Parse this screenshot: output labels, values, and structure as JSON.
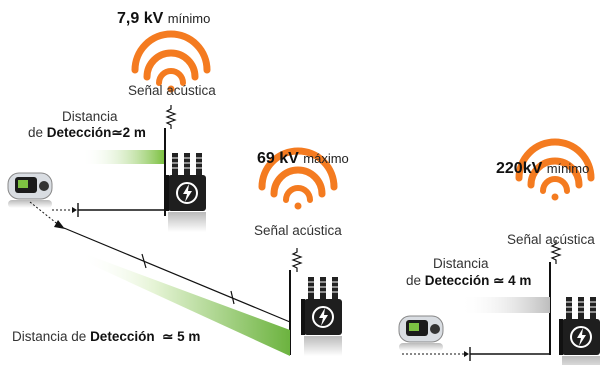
{
  "scenarios": [
    {
      "voltage_value": "7,9 kV",
      "voltage_qualifier": "mínimo",
      "signal_label": "Señal acústica",
      "distance_line1": "Distancia",
      "distance_prefix": "de",
      "distance_keyword": "Detección",
      "distance_value": "≃2 m"
    },
    {
      "voltage_value": "69 kV",
      "voltage_qualifier": "máximo",
      "signal_label": "Señal acústica",
      "distance_prefix": "Distancia de",
      "distance_keyword": "Detección",
      "distance_value": "≃ 5 m"
    },
    {
      "voltage_value": "220kV",
      "voltage_qualifier": "mínimo",
      "signal_label": "Señal acústica",
      "distance_line1": "Distancia",
      "distance_prefix": "de",
      "distance_keyword": "Detección",
      "distance_value": "≃ 4 m"
    }
  ],
  "icons": {
    "signal_wave": "acoustic-signal-waves",
    "transformer": "pole-transformer",
    "detector": "ultrasonic-detector-device",
    "bolt": "lightning-bolt"
  },
  "colors": {
    "wave_orange": "#f47b20",
    "beam_green": "#8dc63f",
    "beam_gray": "#c8c8c8",
    "pole": "#1a1a1a"
  }
}
